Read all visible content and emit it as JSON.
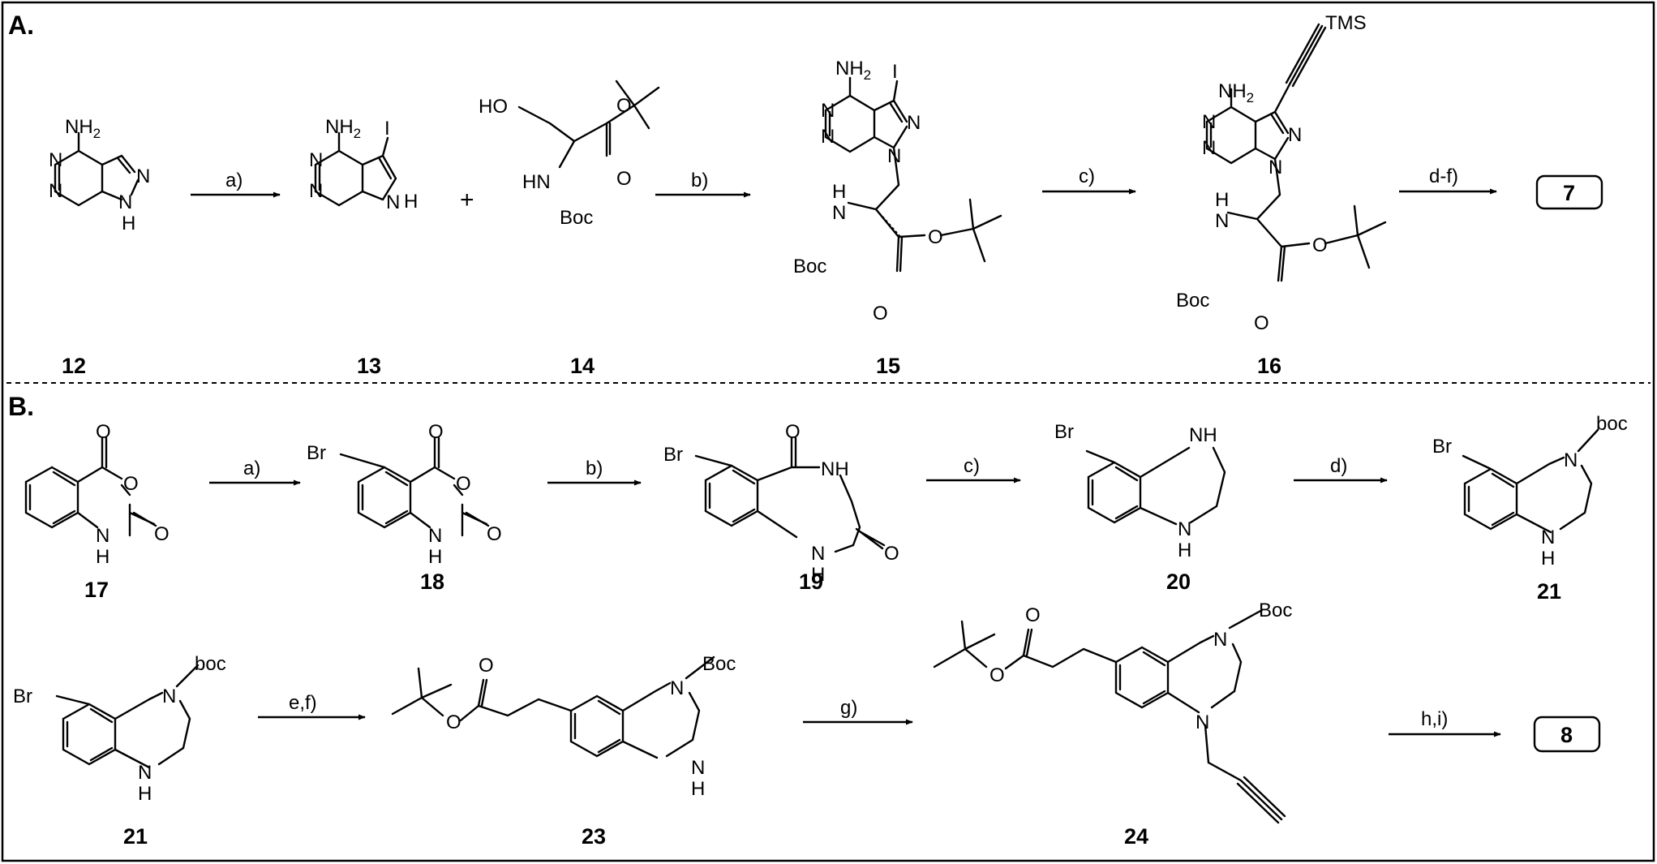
{
  "panels": {
    "a": {
      "label": "A."
    },
    "b": {
      "label": "B."
    }
  },
  "compounds": {
    "c12": "12",
    "c13": "13",
    "c14": "14",
    "c15": "15",
    "c16": "16",
    "c17": "17",
    "c18": "18",
    "c19": "19",
    "c20": "20",
    "c21a": "21",
    "c21b": "21",
    "c23": "23",
    "c24": "24"
  },
  "reagents": {
    "a_a": "a)",
    "a_b": "b)",
    "a_c": "c)",
    "a_df": "d-f)",
    "b_a": "a)",
    "b_b": "b)",
    "b_c": "c)",
    "b_d": "d)",
    "b_ef": "e,f)",
    "b_g": "g)",
    "b_hi": "h,i)"
  },
  "targets": {
    "t7": "7",
    "t8": "8"
  },
  "plus_sign": "+",
  "atoms": {
    "nh": "NH",
    "nh2_n": "NH",
    "sub2": "2",
    "n": "N",
    "h": "H",
    "i": "I",
    "ho": "HO",
    "hn": "HN",
    "o": "O",
    "boc": "Boc",
    "boc_lower": "boc",
    "br": "Br",
    "tms": "TMS"
  }
}
